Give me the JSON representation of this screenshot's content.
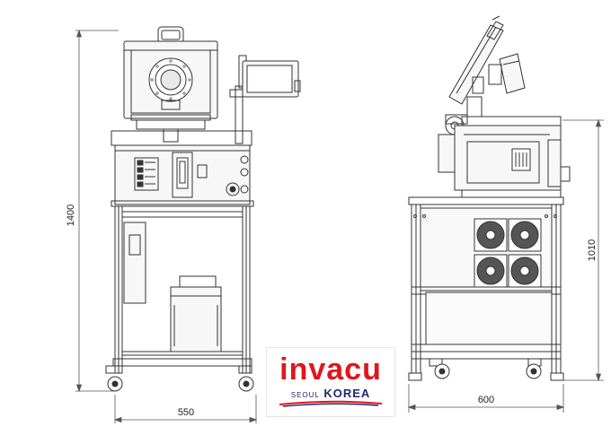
{
  "drawing": {
    "front_view": {
      "height_label": "1400",
      "width_label": "550"
    },
    "side_view": {
      "height_label": "1010",
      "width_label": "600"
    }
  },
  "logo": {
    "main": "invacu",
    "sub_city": "SEOUL",
    "sub_country": "KOREA",
    "colors": {
      "red": "#e0161c",
      "navy": "#1c2a6e"
    }
  },
  "colors": {
    "line": "#333333",
    "panel": "#f4f4f4",
    "fan": "#555555"
  }
}
